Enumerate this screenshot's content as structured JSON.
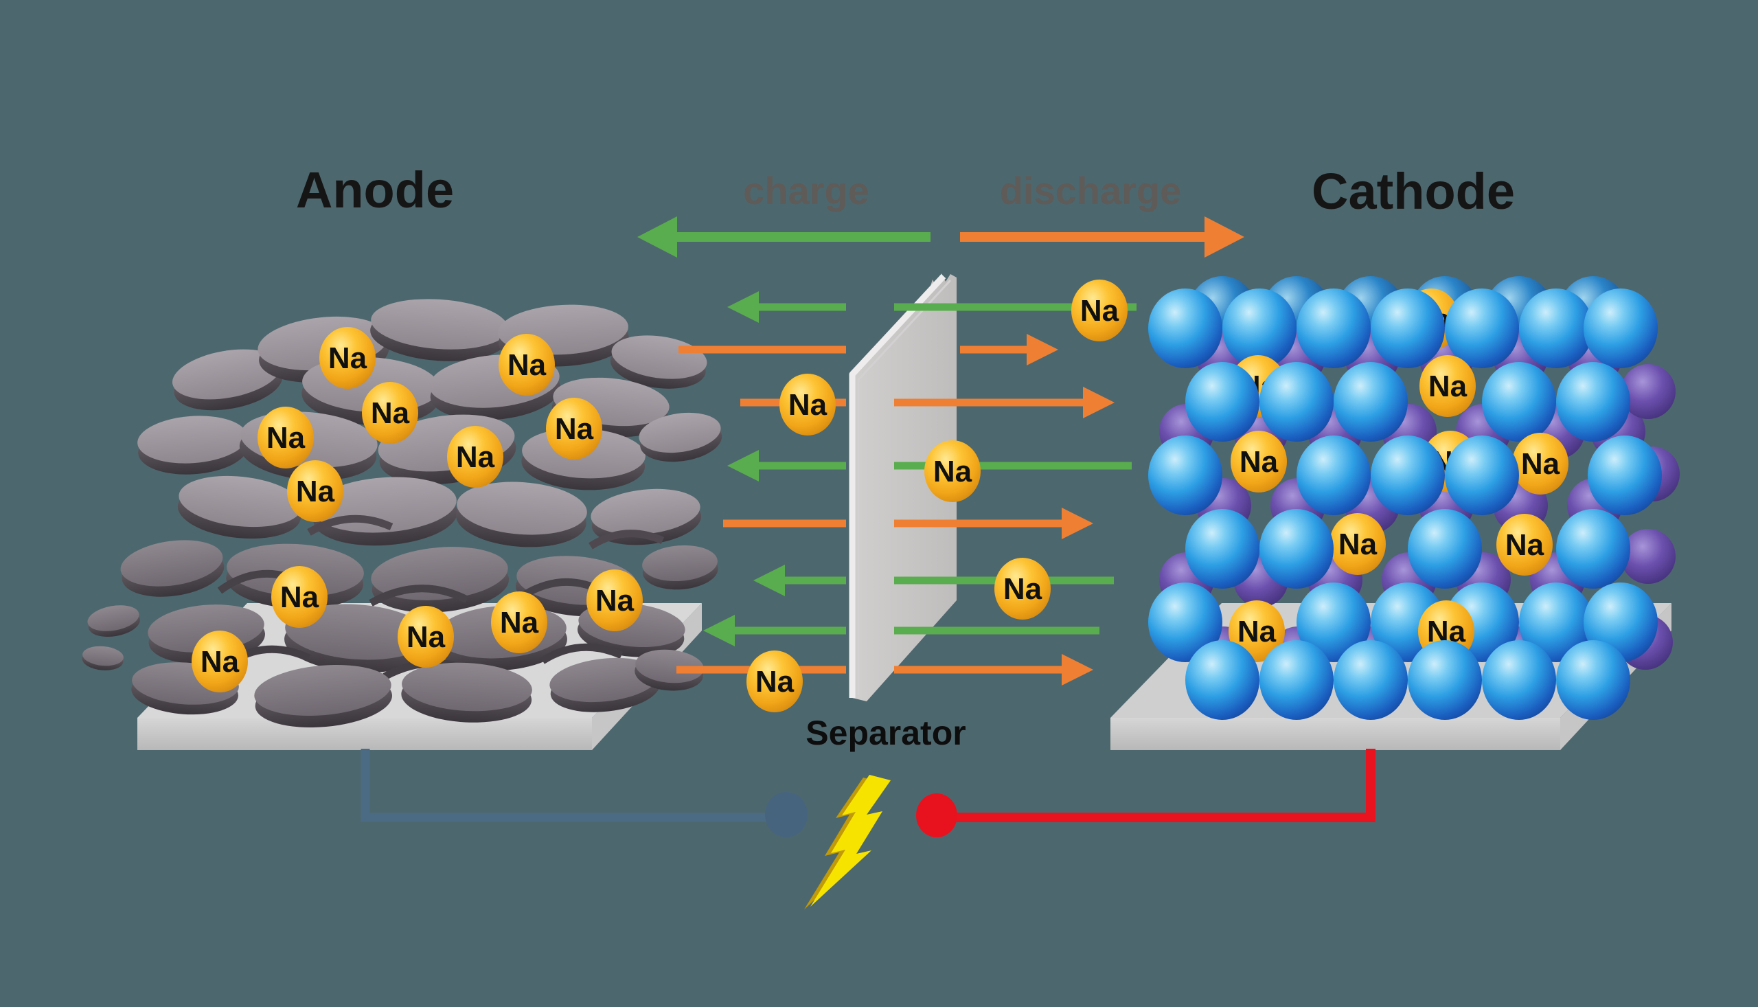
{
  "labels": {
    "anode": "Anode",
    "cathode": "Cathode",
    "charge": "charge",
    "discharge": "discharge",
    "separator": "Separator",
    "na": "Na"
  },
  "colors": {
    "background": "#4d676e",
    "charge_arrow_green": "#5aad4e",
    "discharge_arrow_orange": "#ef8033",
    "sodium_ion_gold": "#f5a91c",
    "anode_flake_gray": "#9a939a",
    "cathode_sphere_blue": "#2d9fe4",
    "cathode_sphere_purple": "#6c50ae",
    "separator_gray": "#c8c6c5",
    "wire_negative_blue": "#4b6b84",
    "wire_positive_red": "#e8131f",
    "lightning_yellow": "#f6e400"
  },
  "counts": {
    "na_ions_anode": 12,
    "na_ions_cathode": 10,
    "na_ions_electrolyte": 5,
    "charge_arrows": 5,
    "discharge_arrows": 5
  }
}
